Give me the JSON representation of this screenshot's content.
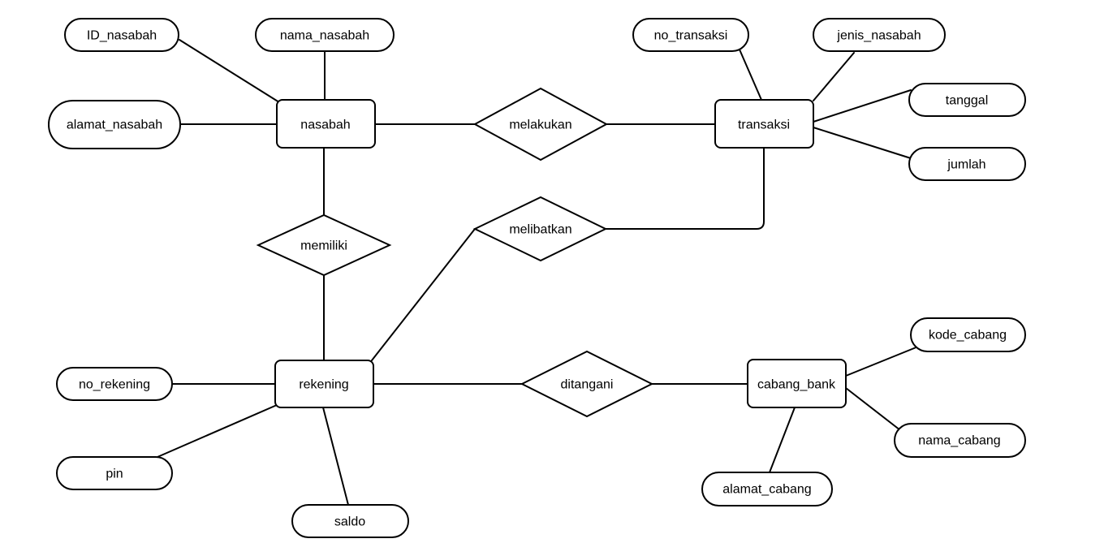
{
  "diagram": {
    "type": "entity-relationship",
    "colors": {
      "background": "#ffffff",
      "shape_fill": "#ffffff",
      "stroke": "#000000",
      "text": "#000000"
    },
    "entities": [
      {
        "label": "nasabah"
      },
      {
        "label": "transaksi"
      },
      {
        "label": "rekening"
      },
      {
        "label": "cabang_bank"
      }
    ],
    "relationships": [
      {
        "label": "melakukan",
        "between": [
          "nasabah",
          "transaksi"
        ]
      },
      {
        "label": "memiliki",
        "between": [
          "nasabah",
          "rekening"
        ]
      },
      {
        "label": "melibatkan",
        "between": [
          "rekening",
          "transaksi"
        ]
      },
      {
        "label": "ditangani",
        "between": [
          "rekening",
          "cabang_bank"
        ]
      }
    ],
    "attributes": [
      {
        "label": "ID_nasabah",
        "of": "nasabah"
      },
      {
        "label": "nama_nasabah",
        "of": "nasabah"
      },
      {
        "label": "alamat_nasabah",
        "of": "nasabah"
      },
      {
        "label": "no_transaksi",
        "of": "transaksi"
      },
      {
        "label": "jenis_nasabah",
        "of": "transaksi"
      },
      {
        "label": "tanggal",
        "of": "transaksi"
      },
      {
        "label": "jumlah",
        "of": "transaksi"
      },
      {
        "label": "no_rekening",
        "of": "rekening"
      },
      {
        "label": "pin",
        "of": "rekening"
      },
      {
        "label": "saldo",
        "of": "rekening"
      },
      {
        "label": "kode_cabang",
        "of": "cabang_bank"
      },
      {
        "label": "nama_cabang",
        "of": "cabang_bank"
      },
      {
        "label": "alamat_cabang",
        "of": "cabang_bank"
      }
    ]
  }
}
